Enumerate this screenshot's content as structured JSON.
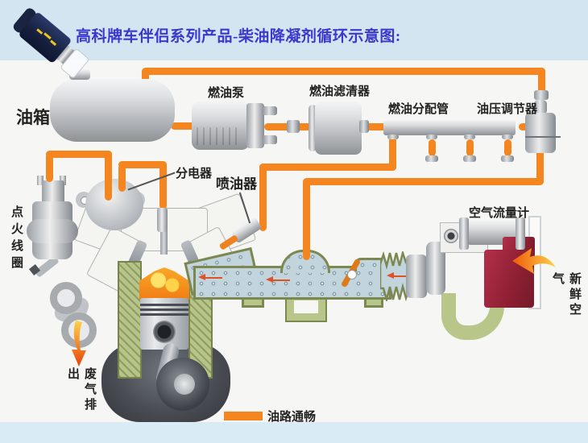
{
  "title": "高科牌车伴侣系列产品-柴油降凝剂循环示意图:",
  "components": {
    "tank": {
      "label": "油箱"
    },
    "fuel_pump": {
      "label": "燃油泵"
    },
    "fuel_filter": {
      "label": "燃油滤清器"
    },
    "fuel_rail": {
      "label": "燃油分配管"
    },
    "pressure_regulator": {
      "label": "油压调节器"
    },
    "distributor": {
      "label": "分电器"
    },
    "injector": {
      "label": "喷油器"
    },
    "ignition_coil": {
      "label": "点火线圈"
    },
    "air_flow_meter": {
      "label": "空气流量计"
    },
    "fresh_air": {
      "label": "新鲜空气"
    },
    "exhaust": {
      "label": "废气排出"
    }
  },
  "legend": {
    "oil_path_label": "油路通畅",
    "oil_path_color": "#F5861F"
  },
  "colors": {
    "pipe_orange": "#F5861F",
    "title_blue": "#3B38CE",
    "top_band": "#D3E5F0",
    "bottom_band": "#D9EBF5",
    "engine_green": "#B7C488",
    "manifold_blue": "#C2D4DC",
    "air_filter_red": "#9C2136"
  }
}
